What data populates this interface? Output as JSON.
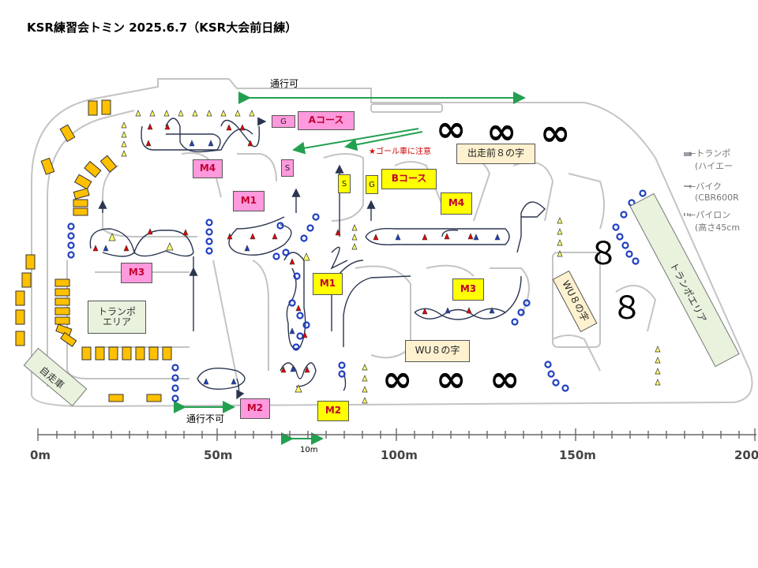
{
  "title": "KSR練習会トミン 2025.6.7（KSR大会前日練）",
  "notes": {
    "pass_ok": "通行可",
    "pass_ng": "通行不可",
    "goal_car": "★ゴール車に注意",
    "ten_m": "10m"
  },
  "sections": {
    "a_course": "Aコース",
    "b_course": "Bコース",
    "m1": "M1",
    "m2": "M2",
    "m3": "M3",
    "m4": "M4",
    "start": "S",
    "goal": "G"
  },
  "areas": {
    "pre_start_eight": "出走前８の字",
    "wu_eight": "WU８の字",
    "wu_eight_vertical": "WU８の字",
    "trampo_area": "トランポ\nエリア",
    "trampo_area_vertical": "トランポエリア",
    "self_drive": "自走車"
  },
  "symbols": {
    "infinity": "∞",
    "eight": "８"
  },
  "legend": {
    "trampo_line1": "←トランポ",
    "trampo_line2": "(ハイエー",
    "bike_line1": "←バイク",
    "bike_line2": "(CBR600R",
    "pylon_line1": "←パイロン",
    "pylon_line2": "(高さ45cm"
  },
  "scale": {
    "ticks": [
      "0m",
      "50m",
      "100m",
      "150m",
      "200"
    ]
  },
  "colors": {
    "trailer": "#ffc000",
    "pylon_red": "#e00000",
    "pylon_blue": "#1f3fbf",
    "pylon_yellow": "#ffff66",
    "pink_label": "#ff99dd",
    "yellow_label": "#ffff00",
    "arrow_green": "#22a050",
    "arrow_dark": "#2a3550"
  }
}
